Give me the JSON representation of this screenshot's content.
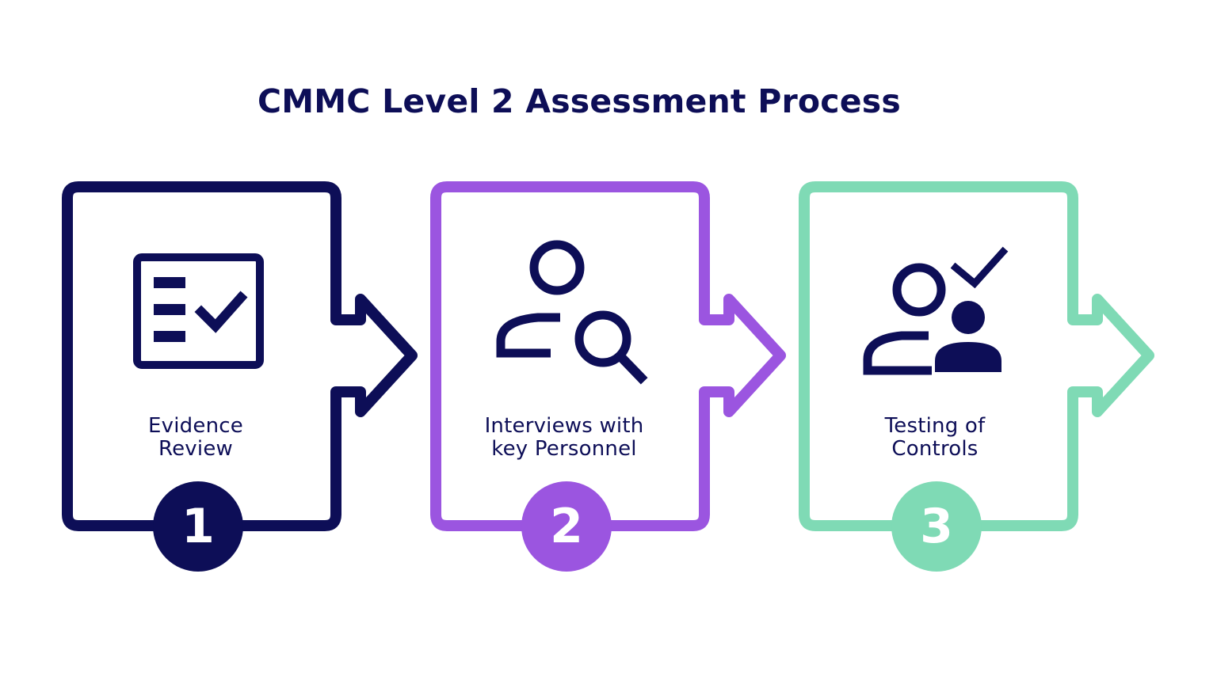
{
  "title": "CMMC Level 2 Assessment Process",
  "steps": [
    {
      "number": "1",
      "label_line1": "Evidence",
      "label_line2": "Review",
      "color": "#0d0e57",
      "icon": "checklist-icon"
    },
    {
      "number": "2",
      "label_line1": "Interviews with",
      "label_line2": "key Personnel",
      "color": "#9b55e0",
      "icon": "person-search-icon"
    },
    {
      "number": "3",
      "label_line1": "Testing of",
      "label_line2": "Controls",
      "color": "#7fdab5",
      "icon": "people-check-icon"
    }
  ]
}
